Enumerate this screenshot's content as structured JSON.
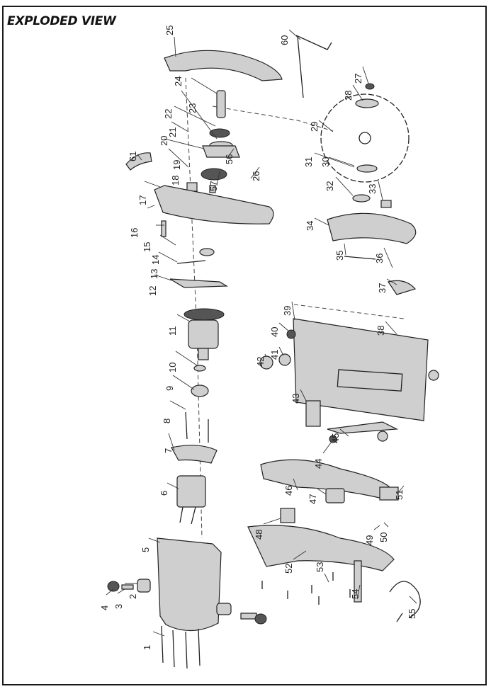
{
  "title": "EXPLODED VIEW",
  "labels": [
    "1",
    "2",
    "3",
    "4",
    "5",
    "6",
    "7",
    "8",
    "9",
    "10",
    "11",
    "12",
    "13",
    "14",
    "15",
    "16",
    "17",
    "18",
    "19",
    "20",
    "21",
    "22",
    "23",
    "24",
    "25",
    "26",
    "27",
    "28",
    "29",
    "30",
    "31",
    "32",
    "33",
    "34",
    "35",
    "36",
    "37",
    "38",
    "39",
    "40",
    "41",
    "42",
    "43",
    "44",
    "45",
    "46",
    "47",
    "48",
    "49",
    "50",
    "51",
    "52",
    "53",
    "54",
    "55",
    "56",
    "57",
    "60",
    "61"
  ]
}
